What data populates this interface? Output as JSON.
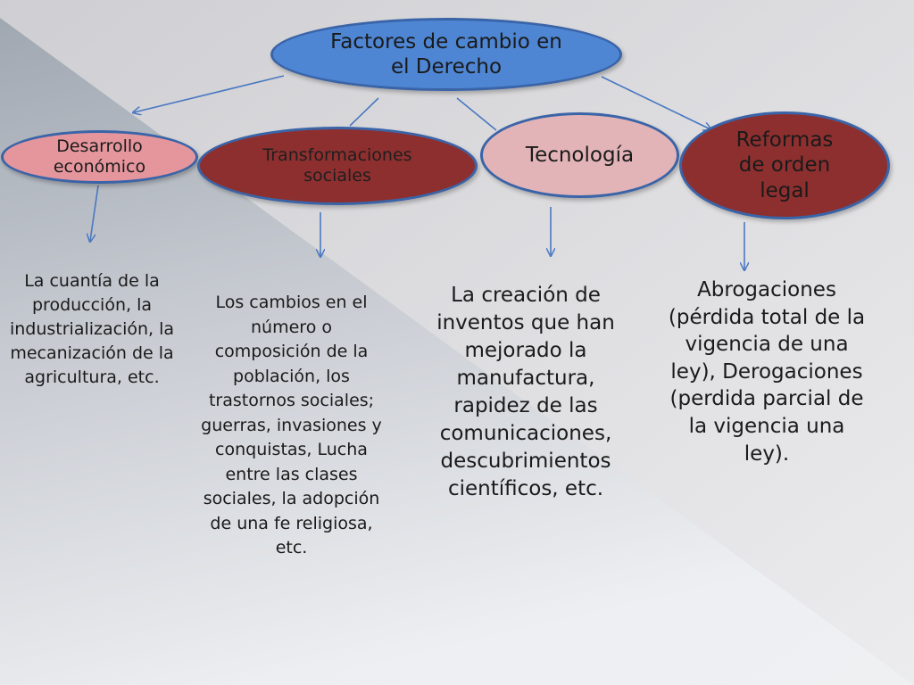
{
  "diagram": {
    "root": {
      "label": "Factores de cambio en el Derecho"
    },
    "branches": [
      {
        "label": "Desarrollo económico",
        "color": "#e5969d",
        "description": "La cuantía de la producción, la industrialización, la mecanización de la agricultura, etc."
      },
      {
        "label": "Transformaciones sociales",
        "color": "#8e2f2f",
        "description": "Los cambios en el número o composición de la población, los trastornos sociales; guerras, invasiones y conquistas, Lucha entre las clases sociales,  la adopción de una fe religiosa, etc."
      },
      {
        "label": "Tecnología",
        "color": "#e3b4b7",
        "description": "La creación de inventos que han mejorado la manufactura, rapidez de las comunicaciones, descubrimientos científicos, etc."
      },
      {
        "label": "Reformas de orden legal",
        "color": "#8e2f2f",
        "description": "Abrogaciones (pérdida total de la vigencia de una ley), Derogaciones (perdida parcial de la vigencia una ley)."
      }
    ]
  },
  "colors": {
    "root_fill": "#4e86d4",
    "node_border": "#3a64a8",
    "arrow": "#4a78c0"
  }
}
